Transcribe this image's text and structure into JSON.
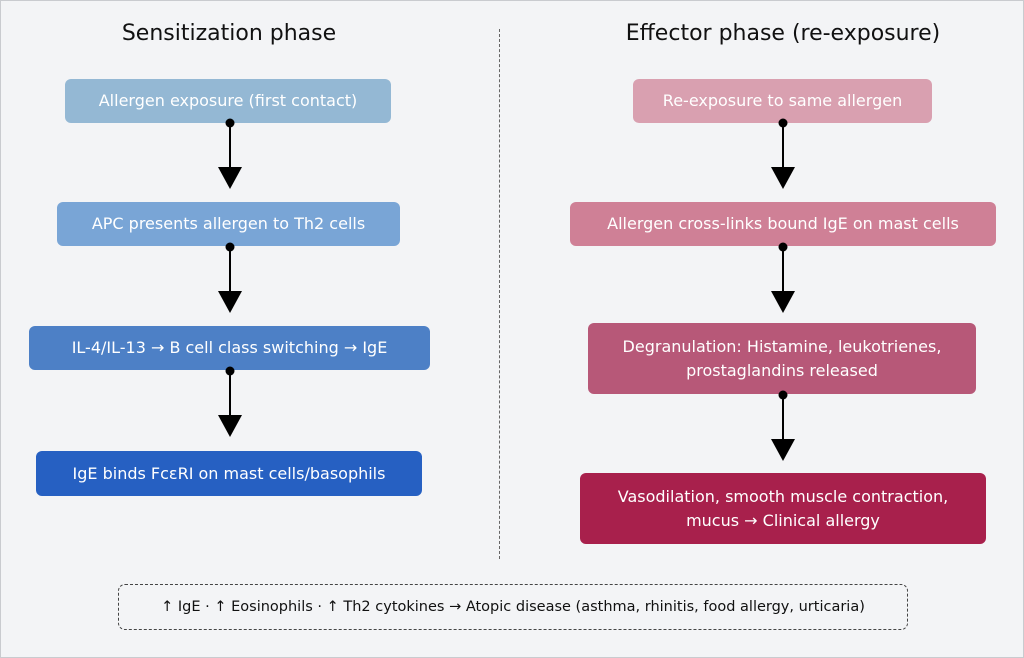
{
  "left": {
    "title": "Sensitization phase",
    "steps": [
      {
        "label": "Allergen exposure (first contact)",
        "bg": "#94b8d4",
        "fg": "#ffffff"
      },
      {
        "label": "APC presents allergen to Th2 cells",
        "bg": "#79a5d6",
        "fg": "#ffffff"
      },
      {
        "label": "IL-4/IL-13 → B cell class switching → IgE",
        "bg": "#4d80c6",
        "fg": "#ffffff"
      },
      {
        "label": "IgE binds FcεRI on mast cells/basophils",
        "bg": "#2660c2",
        "fg": "#ffffff"
      }
    ]
  },
  "right": {
    "title": "Effector phase (re-exposure)",
    "steps": [
      {
        "label": "Re-exposure to same allergen",
        "bg": "#d9a0b0",
        "fg": "#ffffff"
      },
      {
        "label": "Allergen cross-links bound IgE on mast cells",
        "bg": "#cf8096",
        "fg": "#ffffff"
      },
      {
        "label": "Degranulation: Histamine, leukotrienes, prostaglandins released",
        "bg": "#b75878",
        "fg": "#ffffff"
      },
      {
        "label": "Vasodilation, smooth muscle contraction, mucus → Clinical allergy",
        "bg": "#a8204c",
        "fg": "#ffffff"
      }
    ]
  },
  "footer_note": "↑ IgE · ↑ Eosinophils · ↑ Th2 cytokines → Atopic disease (asthma, rhinitis, food allergy, urticaria)"
}
